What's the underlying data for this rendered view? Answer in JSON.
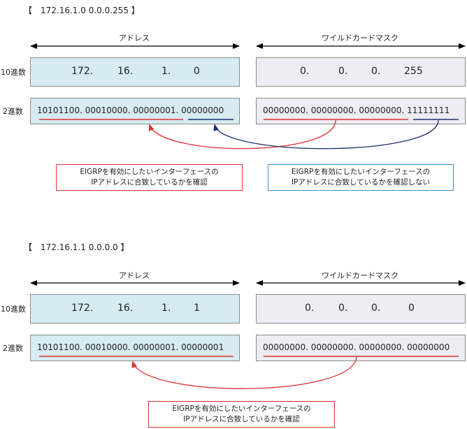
{
  "section1": {
    "title": "【　172.16.1.0 0.0.0.255 】",
    "address_header": "アドレス",
    "mask_header": "ワイルドカードマスク",
    "decimal_label": "10進数",
    "binary_label": "2進数",
    "address_decimal": [
      "172.",
      "16.",
      "1.",
      "0"
    ],
    "mask_decimal": [
      "0.",
      "0.",
      "0.",
      "255"
    ],
    "address_binary": "10101100. 00010000. 00000001. 00000000",
    "mask_binary": "00000000. 00000000. 00000000. 11111111",
    "note_check": [
      "EIGRPを有効にしたいインターフェースの",
      "IPアドレスに合致しているかを確認"
    ],
    "note_nocheck": [
      "EIGRPを有効にしたいインターフェースの",
      "IPアドレスに合致しているかを確認しない"
    ]
  },
  "section2": {
    "title": "【　172.16.1.1 0.0.0.0 】",
    "address_header": "アドレス",
    "mask_header": "ワイルドカードマスク",
    "decimal_label": "10進数",
    "binary_label": "2進数",
    "address_decimal": [
      "172.",
      "16.",
      "1.",
      "1"
    ],
    "mask_decimal": [
      "0.",
      "0.",
      "0.",
      "0"
    ],
    "address_binary": "10101100. 00010000. 00000001. 00000001",
    "mask_binary": "00000000. 00000000. 00000000. 00000000",
    "note_check": [
      "EIGRPを有効にしたいインターフェースの",
      "IPアドレスに合致しているかを確認"
    ]
  },
  "colors": {
    "address_fill": "#d6ebf2",
    "mask_fill": "#ededf3",
    "check_arrow": "#e23030",
    "nocheck_arrow": "#1a2e6e",
    "nocheck_note_border": "#3a8fc4"
  }
}
